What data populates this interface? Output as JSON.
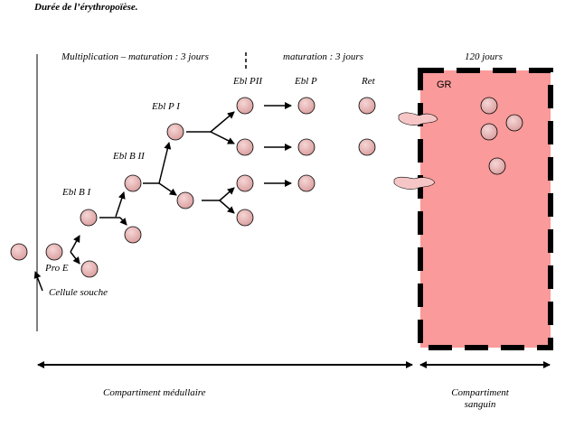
{
  "title": "Durée de l’érythropoïèse.",
  "phases": {
    "multiplication": "Multiplication – maturation : 3 jours",
    "maturation": "maturation : 3 jours",
    "circulation": "120 jours"
  },
  "stages": {
    "pro_e": "Pro E",
    "cellule_souche": "Cellule souche",
    "ebl_b1": "Ebl B I",
    "ebl_b2": "Ebl B II",
    "ebl_p1": "Ebl  P I",
    "ebl_p2": "Ebl PII",
    "ebl_p": "Ebl P",
    "ret": "Ret",
    "gr": "GR"
  },
  "compartments": {
    "medullaire": "Compartiment médullaire",
    "sanguin_line1": "Compartiment",
    "sanguin_line2": "sanguin"
  },
  "colors": {
    "cell_fill": "#e8b4b4",
    "blood_fill": "#fa9a9a",
    "platelet_fill": "#f6c6c6"
  }
}
